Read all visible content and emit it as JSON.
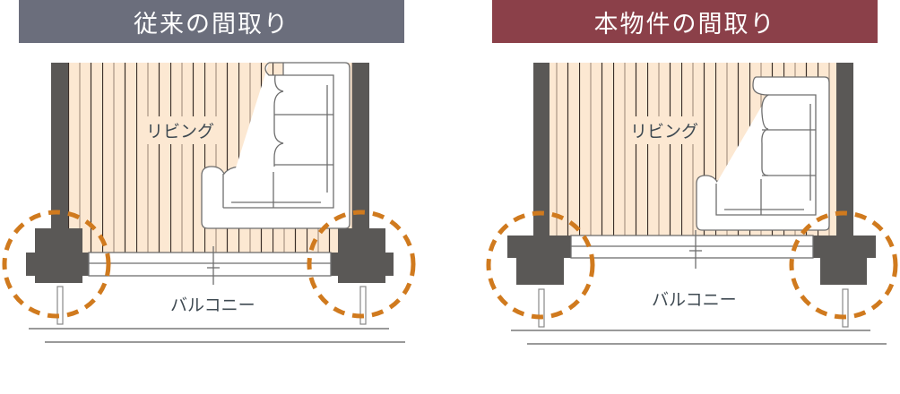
{
  "panels": [
    {
      "id": "conventional",
      "title": "従来の間取り",
      "header_color": "#6b6e7c",
      "room_label": "リビング",
      "balcony_label": "バルコニー"
    },
    {
      "id": "this-property",
      "title": "本物件の間取り",
      "header_color": "#8b4049",
      "room_label": "リビング",
      "balcony_label": "バルコニー"
    }
  ],
  "colors": {
    "floor": "#fce8d2",
    "wall": "#5a5856",
    "highlight_circle": "#d07a1e",
    "line": "#6e6e6e",
    "text": "#3f4a52"
  }
}
